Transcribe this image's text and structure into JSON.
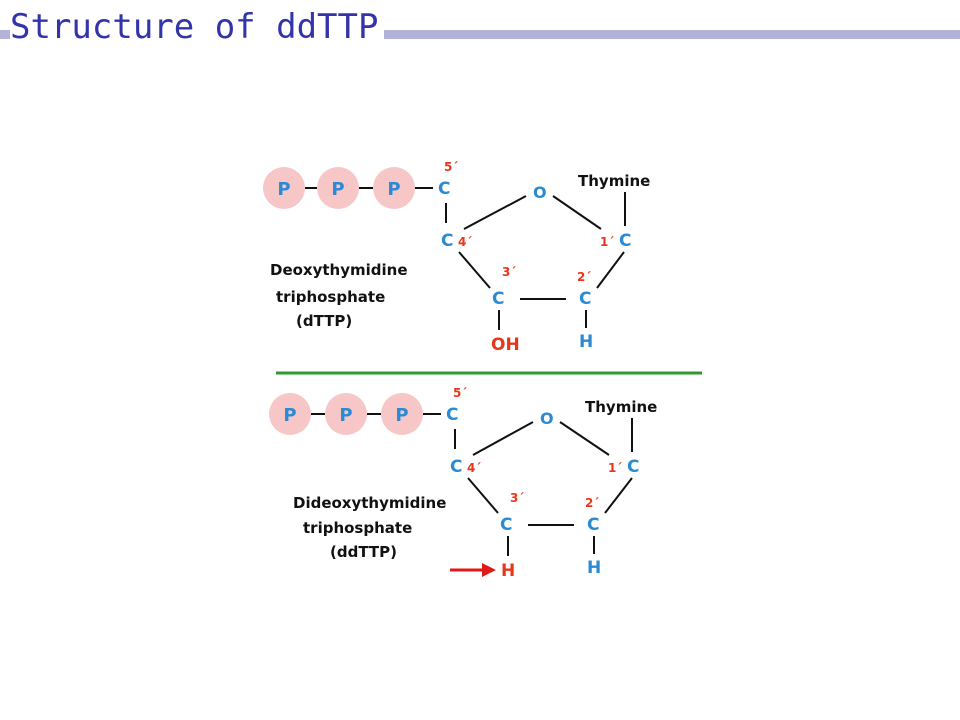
{
  "slide": {
    "title": "Structure of ddTTP"
  },
  "colors": {
    "title": "#3333aa",
    "title_bar": "#b3b3d9",
    "phosphate_fill": "#f7c6c6",
    "phosphate_text": "#2a8ad4",
    "carbon": "#2a8ad4",
    "position": "#e8361b",
    "highlight": "#e01818",
    "divider": "#2e9a2e",
    "bond": "#111111"
  },
  "top": {
    "phosphates": [
      "P",
      "P",
      "P"
    ],
    "c5": "C",
    "c5_num": "5´",
    "c4": "C",
    "c4_num": "4´",
    "c3": "C",
    "c3_num": "3´",
    "c2": "C",
    "c2_num": "2´",
    "c1": "C",
    "c1_num": "1´",
    "ring_o": "O",
    "base": "Thymine",
    "c3_sub": "OH",
    "c2_sub": "H",
    "name_line1": "Deoxythymidine",
    "name_line2": "triphosphate",
    "name_line3": "(dTTP)"
  },
  "bottom": {
    "phosphates": [
      "P",
      "P",
      "P"
    ],
    "c5": "C",
    "c5_num": "5´",
    "c4": "C",
    "c4_num": "4´",
    "c3": "C",
    "c3_num": "3´",
    "c2": "C",
    "c2_num": "2´",
    "c1": "C",
    "c1_num": "1´",
    "ring_o": "O",
    "base": "Thymine",
    "c3_sub": "H",
    "c2_sub": "H",
    "name_line1": "Dideoxythymidine",
    "name_line2": "triphosphate",
    "name_line3": "(ddTTP)"
  }
}
